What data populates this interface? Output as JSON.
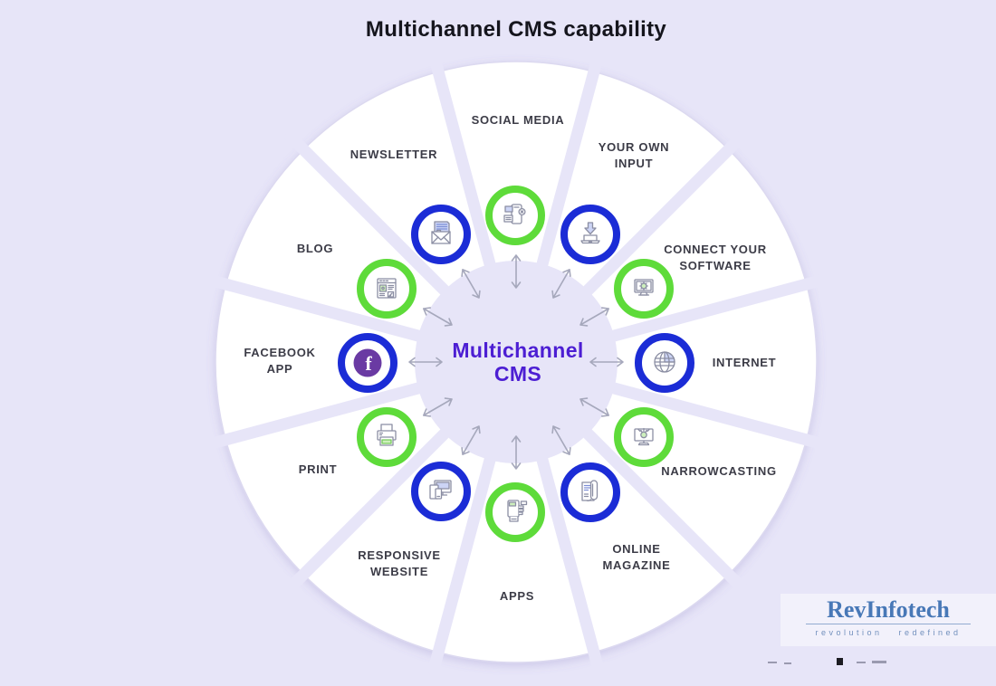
{
  "title": "Multichannel CMS capability",
  "center": {
    "label": "Multichannel\nCMS"
  },
  "colors": {
    "background": "#e7e5f8",
    "petal": "#ffffff",
    "petal_edge": "#dcd9f0",
    "ring_green": "#5edb3a",
    "ring_blue": "#1b2cd6",
    "center_text": "#4c1ed3",
    "label_text": "#3c3c47",
    "arrow": "#a6a8bc",
    "facebook_purple": "#6a3aa3",
    "logo_blue": "#4878b7"
  },
  "items": [
    {
      "label": "SOCIAL MEDIA",
      "ring": "green",
      "icon": "smartphone-social-icon"
    },
    {
      "label": "YOUR OWN\nINPUT",
      "ring": "blue",
      "icon": "laptop-download-icon"
    },
    {
      "label": "CONNECT YOUR\nSOFTWARE",
      "ring": "green",
      "icon": "monitor-gear-icon"
    },
    {
      "label": "INTERNET",
      "ring": "blue",
      "icon": "globe-icon"
    },
    {
      "label": "NARROWCASTING",
      "ring": "green",
      "icon": "monitor-broadcast-icon"
    },
    {
      "label": "ONLINE\nMAGAZINE",
      "ring": "blue",
      "icon": "magazine-icon"
    },
    {
      "label": "APPS",
      "ring": "green",
      "icon": "hand-phone-icon"
    },
    {
      "label": "RESPONSIVE\nWEBSITE",
      "ring": "blue",
      "icon": "multi-device-icon"
    },
    {
      "label": "PRINT",
      "ring": "green",
      "icon": "printer-icon"
    },
    {
      "label": "FACEBOOK\nAPP",
      "ring": "blue",
      "icon": "facebook-icon"
    },
    {
      "label": "BLOG",
      "ring": "green",
      "icon": "webpage-icon"
    },
    {
      "label": "NEWSLETTER",
      "ring": "blue",
      "icon": "envelope-newsletter-icon"
    }
  ],
  "logo": {
    "name": "RevInfotech",
    "tagline": "revolution redefined"
  }
}
